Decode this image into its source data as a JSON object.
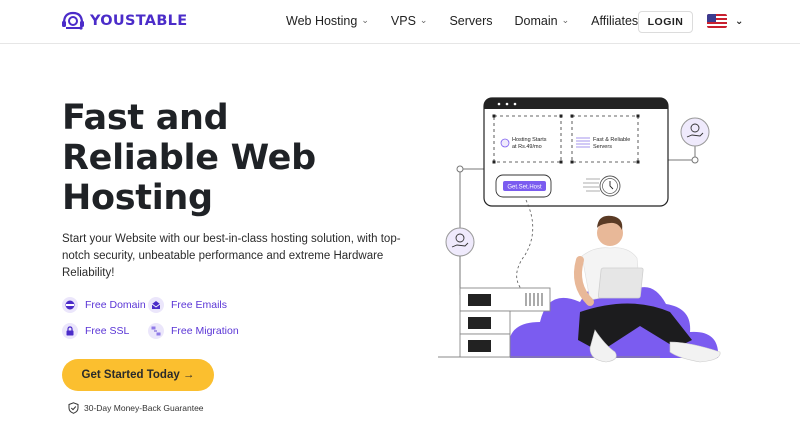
{
  "header": {
    "logo_text": "YOUSTABLE",
    "nav": [
      {
        "label": "Web Hosting",
        "has_dropdown": true
      },
      {
        "label": "VPS",
        "has_dropdown": true
      },
      {
        "label": "Servers",
        "has_dropdown": false
      },
      {
        "label": "Domain",
        "has_dropdown": true
      },
      {
        "label": "Affiliates",
        "has_dropdown": false
      }
    ],
    "login_label": "LOGIN",
    "language_icon": "us-flag-icon"
  },
  "hero": {
    "title": "Fast and Reliable Web Hosting",
    "description": "Start your Website with our best-in-class hosting solution, with top-notch security, unbeatable performance and extreme Hardware Reliability!",
    "features": [
      {
        "label": "Free Domain",
        "icon": "globe-icon"
      },
      {
        "label": "Free Emails",
        "icon": "email-icon"
      },
      {
        "label": "Free SSL",
        "icon": "lock-icon"
      },
      {
        "label": "Free Migration",
        "icon": "migration-icon"
      }
    ],
    "cta_label": "Get Started Today →",
    "guarantee": "30-Day Money-Back Guarantee"
  },
  "illustration": {
    "card1_line1": "Hosting Starts",
    "card1_line2": "at Rs.49/mo",
    "card2_line1": "Fast & Reliable",
    "card2_line2": "Servers",
    "button_label": "Get.Set.Host"
  },
  "colors": {
    "brand": "#4b2cc9",
    "accent_purple": "#7b5cf0",
    "cta_yellow": "#fbbf2f"
  }
}
